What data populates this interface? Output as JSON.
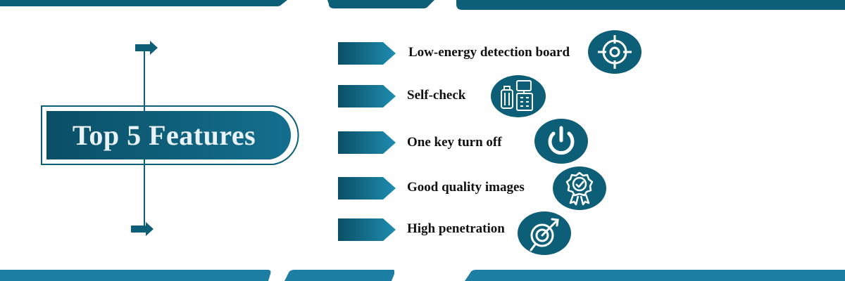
{
  "title": "Top 5 Features",
  "colors": {
    "primary": "#0d5f78",
    "gradient_start": "#0a4f66",
    "gradient_end": "#1f8db0",
    "title_text": "#e9f3f7",
    "label_text": "#111111",
    "background": "#ffffff"
  },
  "features": [
    {
      "label": "Low-energy detection board",
      "icon": "crosshair-target-icon"
    },
    {
      "label": "Self-check",
      "icon": "luggage-scanner-icon"
    },
    {
      "label": "One key turn off",
      "icon": "power-icon"
    },
    {
      "label": "Good quality images",
      "icon": "quality-badge-icon"
    },
    {
      "label": "High penetration",
      "icon": "target-arrow-icon"
    }
  ]
}
